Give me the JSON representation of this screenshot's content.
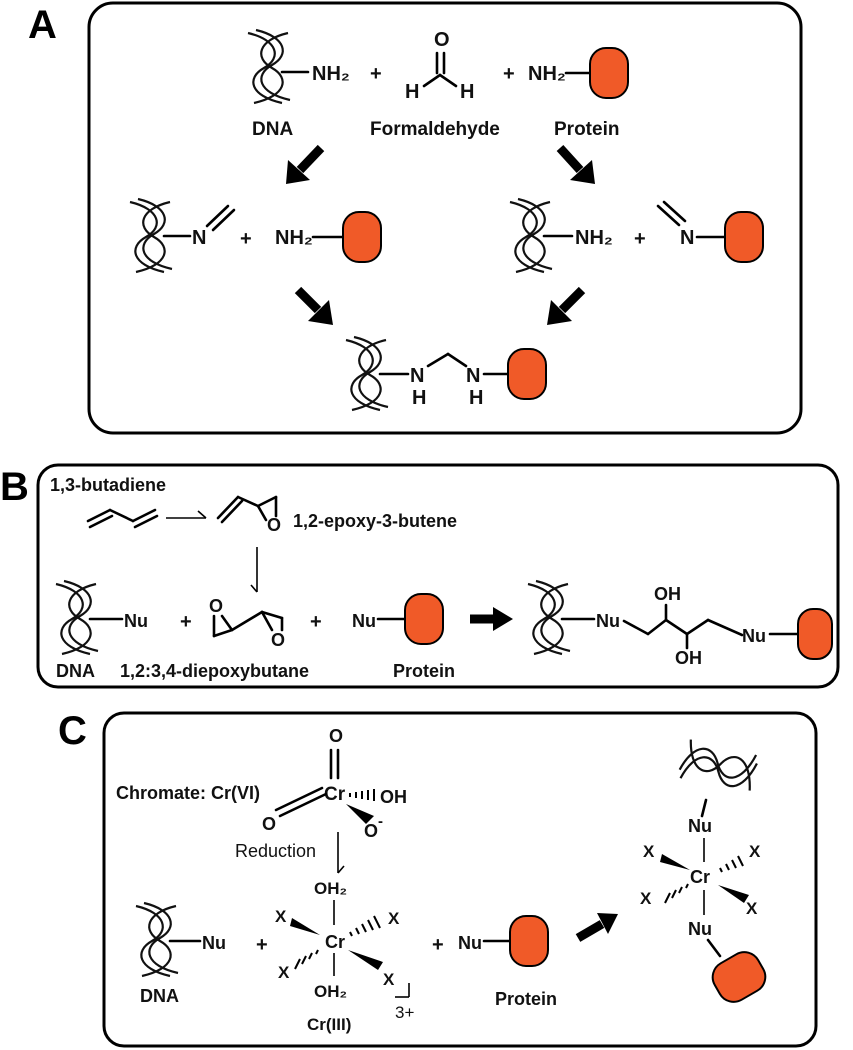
{
  "colors": {
    "protein": "#f05a28",
    "outline": "#000000",
    "background": "#ffffff"
  },
  "panel_a": {
    "letter": "A",
    "nh2": "NH₂",
    "plus": "+",
    "dna": "DNA",
    "formaldehyde": "Formaldehyde",
    "protein": "Protein",
    "o": "O",
    "h": "H",
    "n": "N"
  },
  "panel_b": {
    "letter": "B",
    "butadiene": "1,3-butadiene",
    "epoxybutene": "1,2-epoxy-3-butene",
    "diepoxybutane": "1,2:3,4-diepoxybutane",
    "nu": "Nu",
    "dna": "DNA",
    "protein": "Protein",
    "oh": "OH",
    "o": "O",
    "plus": "+"
  },
  "panel_c": {
    "letter": "C",
    "chromate": "Chromate: Cr(VI)",
    "reduction": "Reduction",
    "cr": "Cr",
    "o": "O",
    "oh": "OH",
    "o_minus": "O",
    "minus": "-",
    "oh2": "OH₂",
    "x": "X",
    "charge": "3+",
    "cr3": "Cr(III)",
    "nu": "Nu",
    "dna": "DNA",
    "protein": "Protein",
    "plus": "+"
  }
}
